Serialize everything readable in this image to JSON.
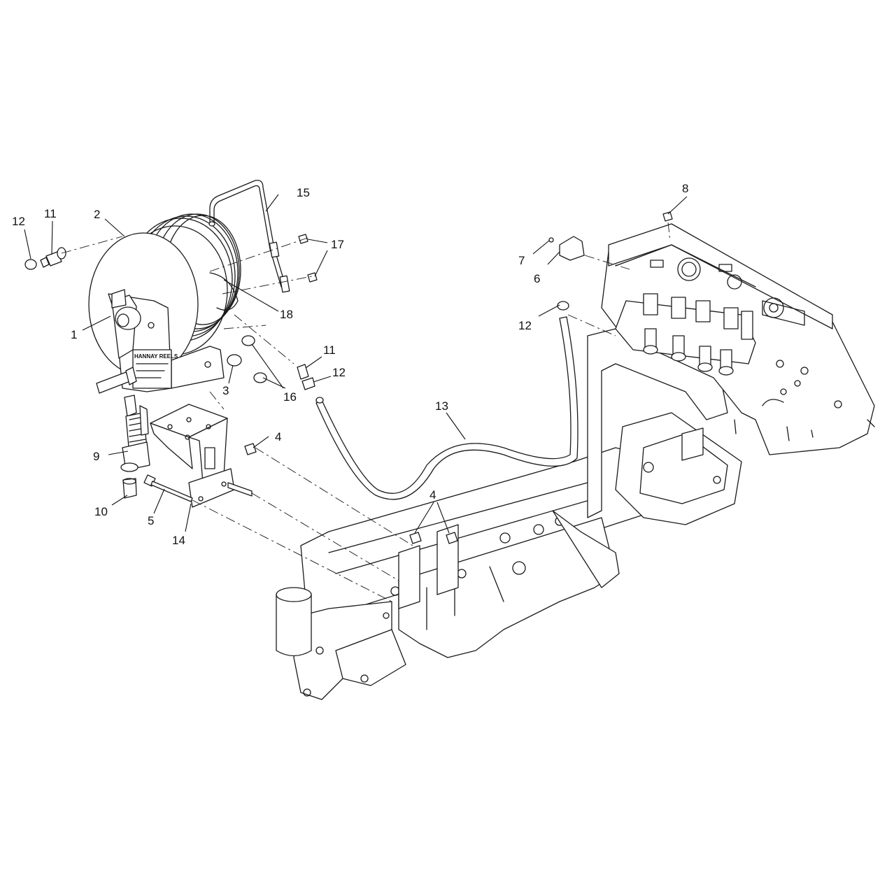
{
  "callouts": [
    {
      "id": "c1",
      "label": "1"
    },
    {
      "id": "c2",
      "label": "2"
    },
    {
      "id": "c3",
      "label": "3"
    },
    {
      "id": "c4a",
      "label": "4"
    },
    {
      "id": "c4b",
      "label": "4"
    },
    {
      "id": "c5",
      "label": "5"
    },
    {
      "id": "c6",
      "label": "6"
    },
    {
      "id": "c7",
      "label": "7"
    },
    {
      "id": "c8",
      "label": "8"
    },
    {
      "id": "c9",
      "label": "9"
    },
    {
      "id": "c10",
      "label": "10"
    },
    {
      "id": "c11a",
      "label": "11"
    },
    {
      "id": "c11b",
      "label": "11"
    },
    {
      "id": "c12a",
      "label": "12"
    },
    {
      "id": "c12b",
      "label": "12"
    },
    {
      "id": "c12c",
      "label": "12"
    },
    {
      "id": "c13",
      "label": "13"
    },
    {
      "id": "c14",
      "label": "14"
    },
    {
      "id": "c15",
      "label": "15"
    },
    {
      "id": "c16",
      "label": "16"
    },
    {
      "id": "c17",
      "label": "17"
    },
    {
      "id": "c18",
      "label": "18"
    }
  ],
  "reel_label": "HANNAY REELS"
}
